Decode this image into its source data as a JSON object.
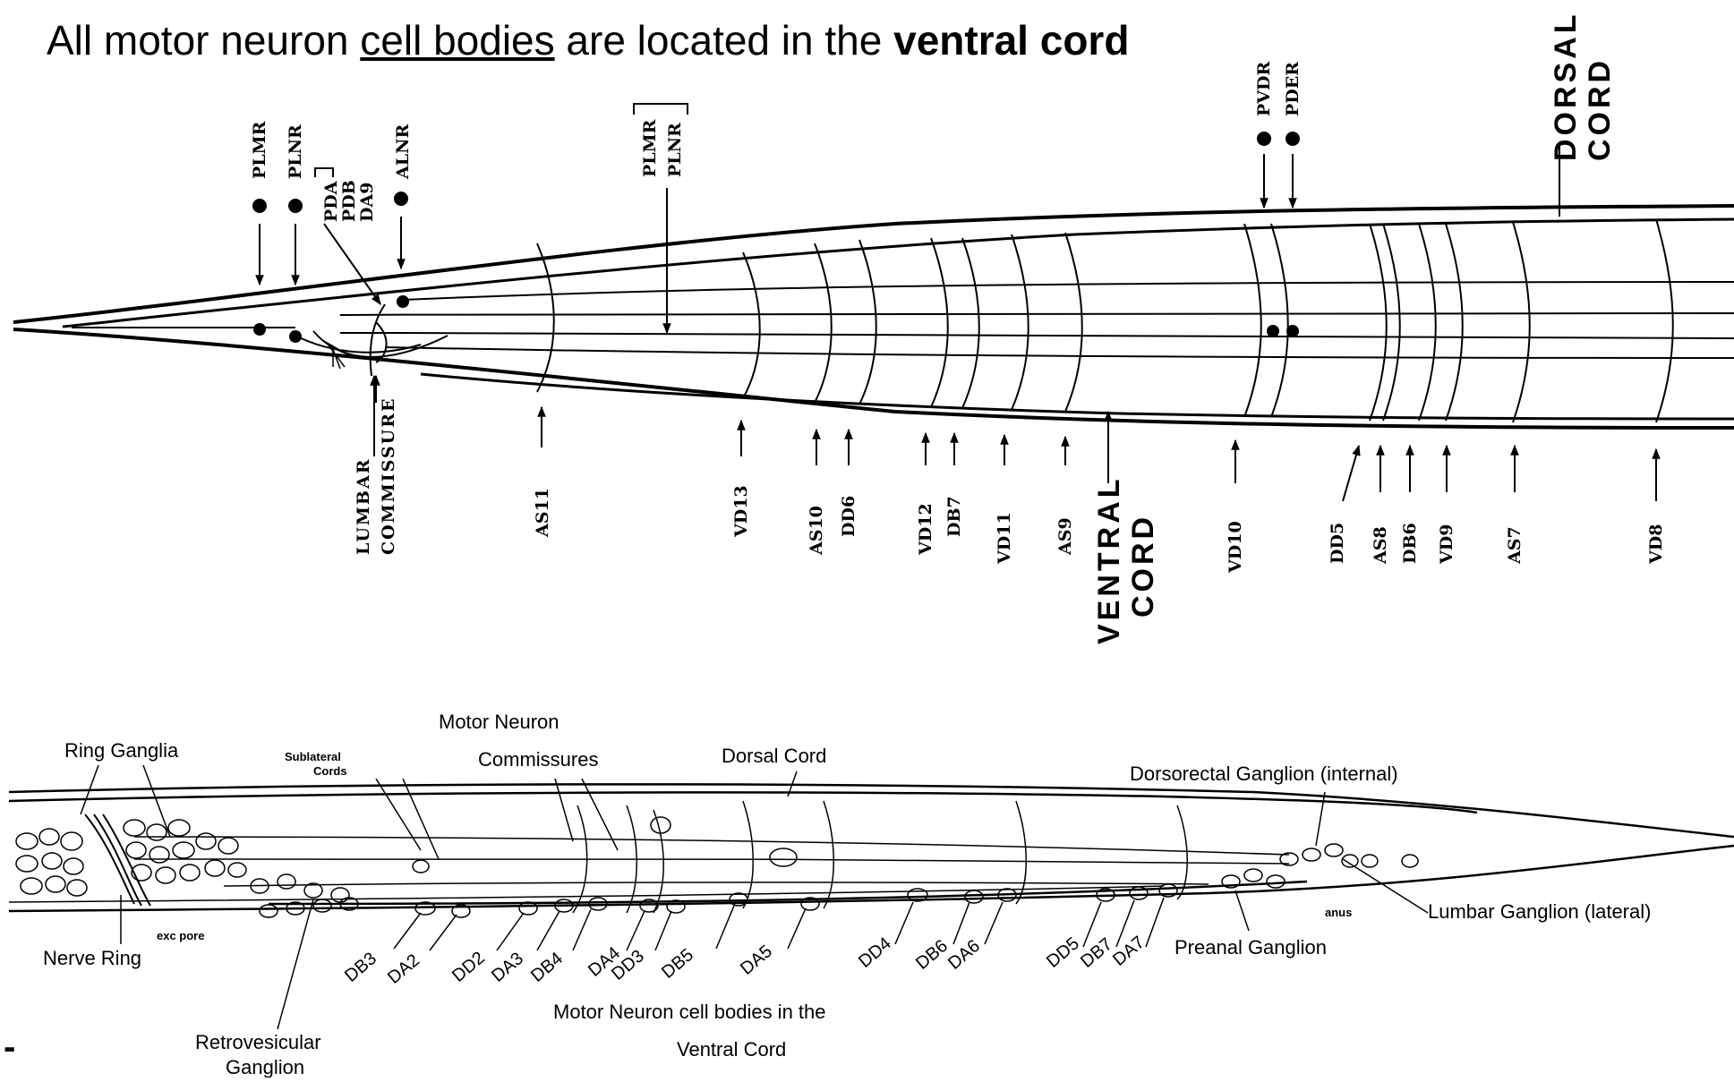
{
  "heading": {
    "part1": "All motor neuron ",
    "part2": "cell bodies",
    "part3": " are located in the ",
    "part4": "ventral cord"
  },
  "top_figure": {
    "dorsal_cord": [
      "DORSAL",
      "CORD"
    ],
    "ventral_cord": [
      "VENTRAL",
      "CORD"
    ],
    "lumbar_commissure": [
      "LUMBAR",
      "COMMISSURE"
    ],
    "top_labels": [
      "PLMR",
      "PLNR",
      "PDA",
      "PDB",
      "DA9",
      "ALNR",
      "PLMR",
      "PLNR",
      "PVDR",
      "PDER"
    ],
    "bottom_labels": [
      "AS11",
      "VD13",
      "AS10",
      "DD6",
      "VD12",
      "DB7",
      "VD11",
      "AS9",
      "VD10",
      "DD5",
      "AS8",
      "DB6",
      "VD9",
      "AS7",
      "VD8"
    ]
  },
  "bottom_figure": {
    "ring_ganglia": "Ring Ganglia",
    "sublateral_cords": [
      "Sublateral",
      "Cords"
    ],
    "motor_neuron_commissures": [
      "Motor  Neuron",
      "Commissures"
    ],
    "dorsal_cord": "Dorsal Cord",
    "dorsorectal_ganglion": "Dorsorectal Ganglion (internal)",
    "lumbar_ganglion": "Lumbar Ganglion (lateral)",
    "nerve_ring": "Nerve Ring",
    "exc_pore": "exc  pore",
    "retrovesicular_ganglion": [
      "Retrovesicular",
      "Ganglion"
    ],
    "preanal_ganglion": "Preanal Ganglion",
    "anus": "anus",
    "cell_body_caption": [
      "Motor  Neuron  cell  bodies  in  the",
      "Ventral Cord"
    ],
    "neuron_labels": [
      "DB3",
      "DA2",
      "DD2",
      "DA3",
      "DB4",
      "DA4",
      "DD3",
      "DB5",
      "DA5",
      "DD4",
      "DB6",
      "DA6",
      "DD5",
      "DB7",
      "DA7"
    ]
  },
  "page_mark": "-"
}
